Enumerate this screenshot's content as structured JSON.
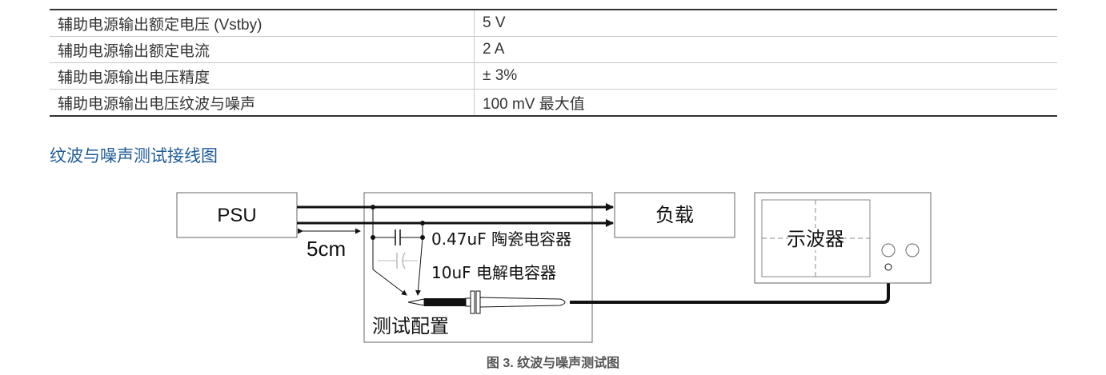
{
  "spec_table": {
    "rows": [
      {
        "param": "辅助电源输出额定电压 (Vstby)",
        "value": "5 V"
      },
      {
        "param": "辅助电源输出额定电流",
        "value": "2 A"
      },
      {
        "param": "辅助电源输出电压精度",
        "value": "± 3%"
      },
      {
        "param": "辅助电源输出电压纹波与噪声",
        "value": "100 mV 最大值"
      }
    ]
  },
  "section_heading": "纹波与噪声测试接线图",
  "diagram": {
    "psu_label": "PSU",
    "load_label": "负载",
    "scope_label": "示波器",
    "distance_label": "5cm",
    "ceramic_cap_label": "0.47uF 陶瓷电容器",
    "electrolytic_cap_label": "10uF 电解电容器",
    "test_setup_label": "测试配置"
  },
  "figure_caption": "图 3.  纹波与噪声测试图"
}
